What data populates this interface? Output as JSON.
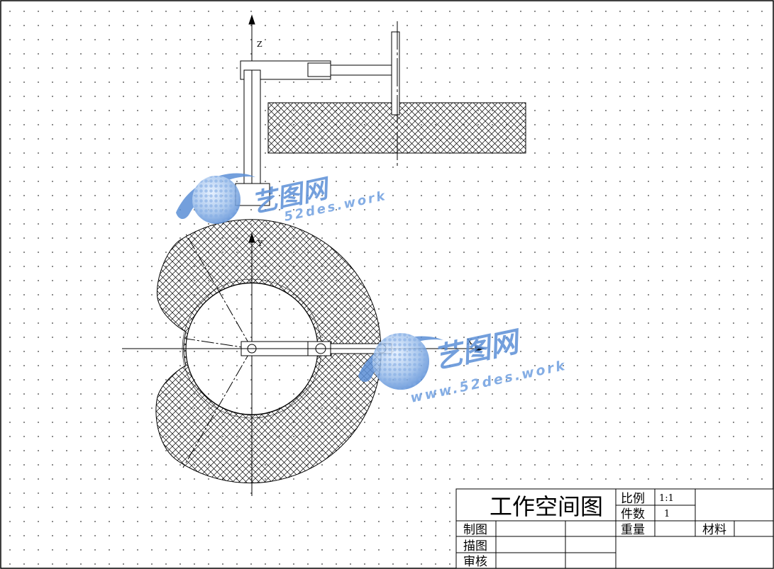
{
  "axes": {
    "z_label": "Z",
    "y_label": "Y",
    "x_label": "X"
  },
  "title_block": {
    "title": "工作空间图",
    "scale_label": "比例",
    "scale_value": "1:1",
    "count_label": "件数",
    "count_value": "1",
    "weight_label": "重量",
    "material_label": "材料",
    "drawn_label": "制图",
    "traced_label": "描图",
    "checked_label": "审核"
  },
  "watermarks": [
    {
      "cn": "艺图网",
      "url": "52des.work"
    },
    {
      "cn": "艺图网",
      "url": "www.52des.work"
    }
  ],
  "colors": {
    "line": "#000000",
    "watermark_blue": "#5b8fd6",
    "watermark_light": "#a9c8f0",
    "grid_dot": "#7a7a7a"
  }
}
